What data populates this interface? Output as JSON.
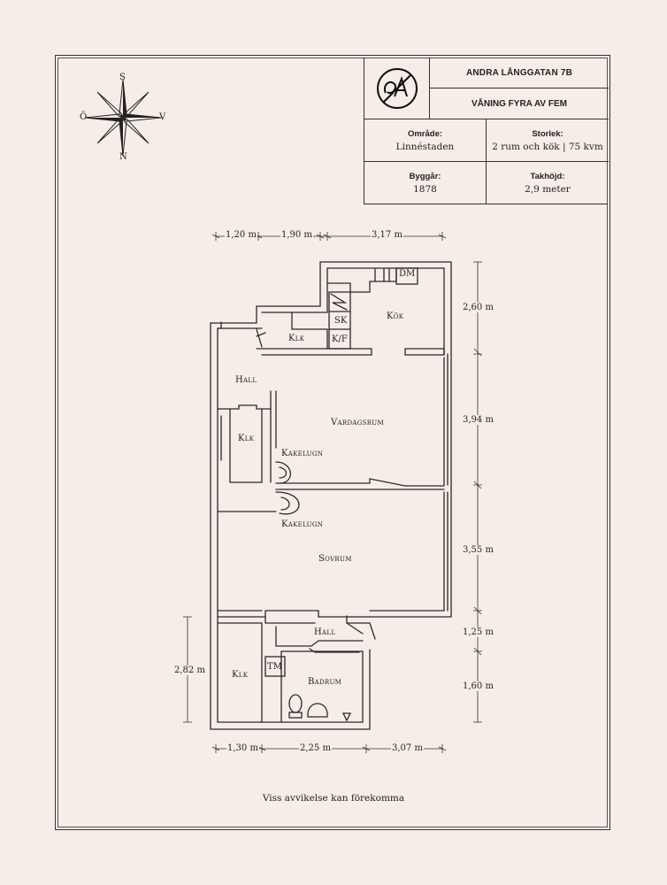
{
  "header": {
    "address": "ANDRA LÅNGGATAN 7B",
    "floor": "VÅNING FYRA AV FEM",
    "logo_icon": "monogram-logo-icon"
  },
  "info": {
    "area_label": "Område:",
    "area_value": "Linnéstaden",
    "size_label": "Storlek:",
    "size_value": "2 rum och kök | 75 kvm",
    "year_label": "Byggår:",
    "year_value": "1878",
    "ceiling_label": "Takhöjd:",
    "ceiling_value": "2,9 meter"
  },
  "compass": {
    "icon": "compass-rose-icon",
    "top": "S",
    "bottom": "N",
    "left": "Ö",
    "right": "V"
  },
  "rooms": {
    "kok": "Kök",
    "klk_top": "Klk",
    "hall_top": "Hall",
    "klk_mid": "Klk",
    "vardagsrum": "Vardagsrum",
    "kakelugn_1": "Kakelugn",
    "kakelugn_2": "Kakelugn",
    "sovrum": "Sovrum",
    "hall_bottom": "Hall",
    "klk_bottom": "Klk",
    "badrum": "Badrum"
  },
  "fixtures": {
    "dm": "DM",
    "sk": "SK",
    "kf": "K/F",
    "tm": "TM"
  },
  "dimensions": {
    "top": [
      "1,20 m",
      "1,90 m",
      "3,17 m"
    ],
    "right": [
      "2,60 m",
      "3,94 m",
      "3,55 m",
      "1,25 m",
      "1,60 m"
    ],
    "left": [
      "2,82 m"
    ],
    "bottom": [
      "1,30 m",
      "2,25 m",
      "3,07 m"
    ]
  },
  "disclaimer": "Viss avvikelse kan förekomma"
}
